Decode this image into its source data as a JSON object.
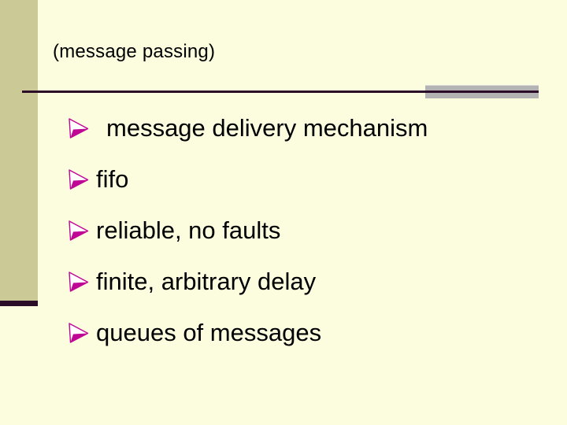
{
  "slide": {
    "title": "(message passing)",
    "bullets": {
      "0": "message delivery mechanism",
      "1": "fifo",
      "2": "reliable, no faults",
      "3": "finite, arbitrary delay",
      "4": "queues of messages"
    },
    "bullet_icon": "right-arrowhead-3d"
  },
  "colors": {
    "background": "#fcfcde",
    "accent-bar": "#cbc996",
    "rule": "#2c0d28",
    "endcap": "#b3b3b3",
    "bullet": "#c00695",
    "text": "#000000"
  }
}
